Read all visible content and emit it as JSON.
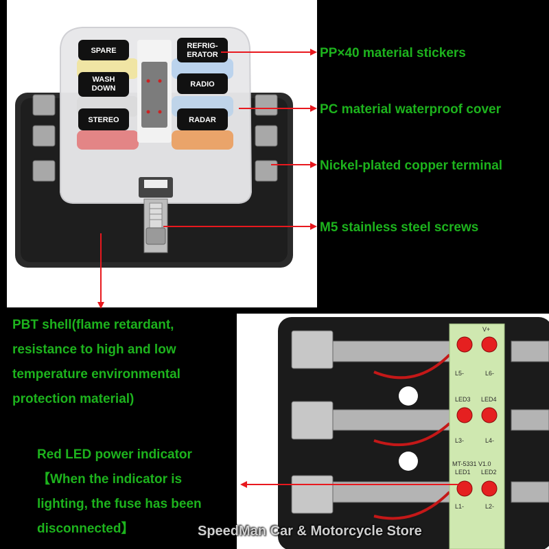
{
  "fuse_labels": {
    "spare": "SPARE",
    "refrigerator_line1": "REFRIG-",
    "refrigerator_line2": "ERATOR",
    "wash_line1": "WASH",
    "wash_line2": "DOWN",
    "radio": "RADIO",
    "stereo": "STEREO",
    "radar": "RADAR"
  },
  "callouts": {
    "stickers": "PP×40 material stickers",
    "cover": "PC material waterproof cover",
    "terminal": "Nickel-plated copper terminal",
    "screws": "M5 stainless steel screws"
  },
  "shell_text": {
    "line1": "PBT shell(flame retardant,",
    "line2": "resistance to high and low",
    "line3": "temperature environmental",
    "line4": "protection material)"
  },
  "led_text": {
    "line1": "Red LED power indicator",
    "line2": "【When the indicator is",
    "line3": "lighting, the fuse has been",
    "line4": "disconnected】"
  },
  "pcb_labels": {
    "v_plus": "V+",
    "l5": "L5-",
    "l6": "L6-",
    "led3": "LED3",
    "led4": "LED4",
    "l3": "L3-",
    "l4": "L4-",
    "model": "MT-5331 V1.0",
    "led1": "LED1",
    "led2": "LED2",
    "l1": "L1-",
    "l2": "L2-"
  },
  "watermark": "SpeedMan Car & Motorcycle Store",
  "colors": {
    "callout_text": "#1db31d",
    "arrow": "#e8181e",
    "pcb_green": "#cfe8b0",
    "led_red": "#e52020"
  }
}
